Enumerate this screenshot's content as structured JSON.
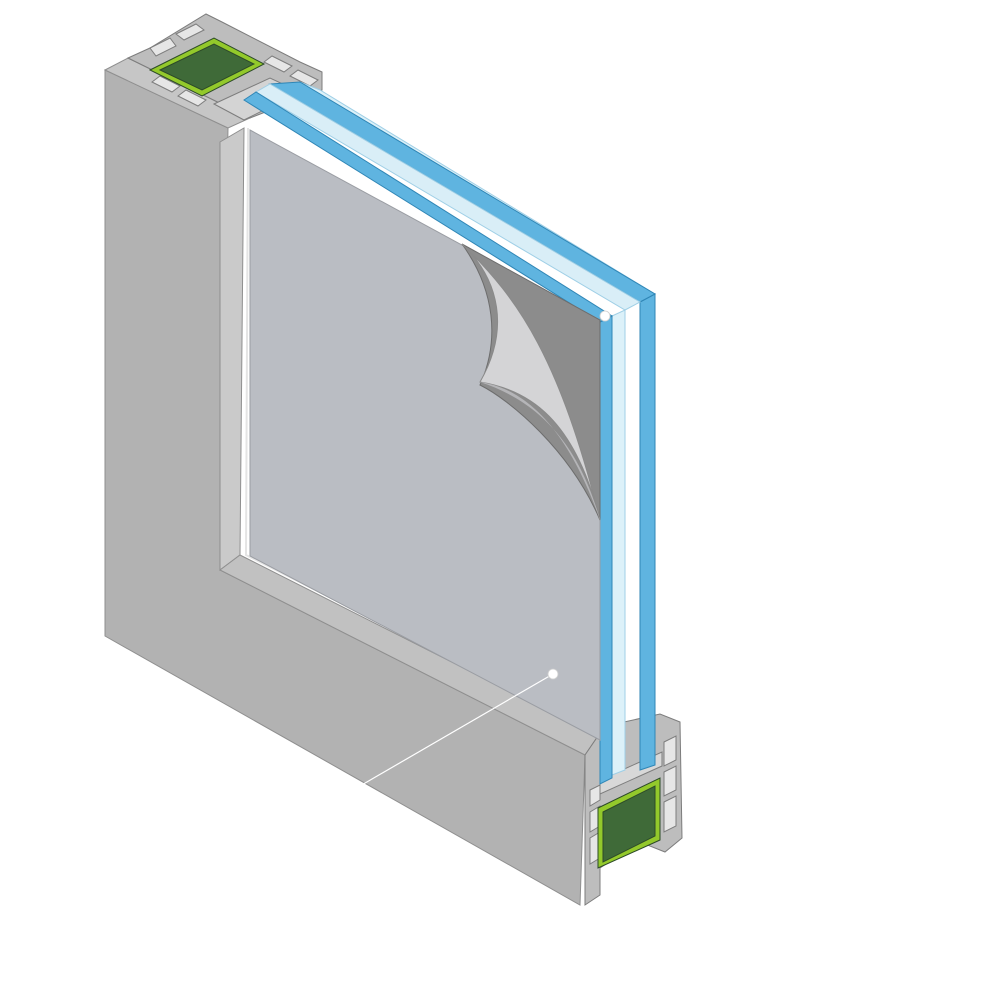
{
  "diagram": {
    "subject": "window-frame-cutaway-double-glazing",
    "callouts": [
      {
        "id": "protective-film",
        "text": ""
      },
      {
        "id": "glass-pane",
        "text": ""
      }
    ]
  },
  "colors": {
    "background": "#ffffff",
    "frame_front": "#b2b2b2",
    "frame_light": "#cacaca",
    "frame_mid": "#c1c1c1",
    "frame_dark": "#9e9e9e",
    "film": "#babdc3",
    "film_peel": "#8c8c8c",
    "glass_edge": "#5fb4e0",
    "glass_face": "#dcf1f9",
    "reinforcement": "#3f6a38",
    "reinforcement_edge": "#93c92b",
    "callout_line": "#ffffff"
  }
}
